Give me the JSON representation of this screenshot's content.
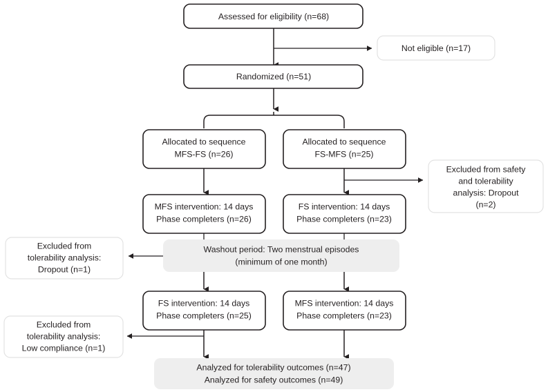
{
  "diagram": {
    "title": "CONSORT participant flow diagram",
    "type": "flowchart",
    "colors": {
      "line": "#231f20",
      "box_fill": "#ffffff",
      "shaded_fill": "#eeeeee",
      "soft_border": "#e2e2e2",
      "text": "#231f20"
    },
    "nodes": {
      "assessed": {
        "lines": [
          "Assessed for eligibility (n=68)"
        ],
        "style": "outlined"
      },
      "not_eligible": {
        "lines": [
          "Not eligible (n=17)"
        ],
        "style": "soft"
      },
      "randomized": {
        "lines": [
          "Randomized (n=51)"
        ],
        "style": "outlined"
      },
      "alloc_left": {
        "lines": [
          "Allocated to sequence",
          "MFS-FS (n=26)"
        ],
        "style": "outlined"
      },
      "alloc_right": {
        "lines": [
          "Allocated to sequence",
          "FS-MFS (n=25)"
        ],
        "style": "outlined"
      },
      "excluded_safety": {
        "lines": [
          "Excluded from safety",
          "and tolerability",
          "analysis: Dropout",
          "(n=2)"
        ],
        "style": "soft"
      },
      "period1_left": {
        "lines": [
          "MFS intervention: 14 days",
          "Phase completers (n=26)"
        ],
        "style": "outlined"
      },
      "period1_right": {
        "lines": [
          "FS intervention: 14 days",
          "Phase completers (n=23)"
        ],
        "style": "outlined"
      },
      "excluded_dropout": {
        "lines": [
          "Excluded from",
          "tolerability analysis:",
          "Dropout (n=1)"
        ],
        "style": "soft"
      },
      "washout": {
        "lines": [
          "Washout period: Two menstrual episodes",
          "(minimum of one month)"
        ],
        "style": "shaded"
      },
      "period2_left": {
        "lines": [
          "FS intervention: 14 days",
          "Phase completers (n=25)"
        ],
        "style": "outlined"
      },
      "period2_right": {
        "lines": [
          "MFS intervention: 14 days",
          "Phase completers (n=23)"
        ],
        "style": "outlined"
      },
      "excluded_compliance": {
        "lines": [
          "Excluded from",
          "tolerability analysis:",
          "Low compliance (n=1)"
        ],
        "style": "soft"
      },
      "analyzed": {
        "lines": [
          "Analyzed for tolerability outcomes (n=47)",
          "Analyzed for safety outcomes (n=49)"
        ],
        "style": "shaded"
      }
    }
  }
}
